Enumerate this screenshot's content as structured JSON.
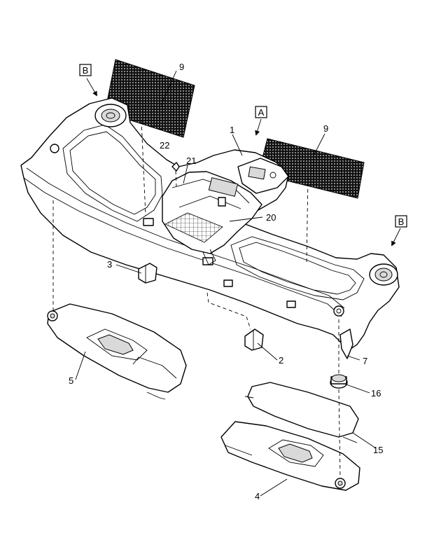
{
  "callouts": {
    "c1": "1",
    "c2": "2",
    "c3": "3",
    "c4": "4",
    "c5": "5",
    "c7": "7",
    "c9a": "9",
    "c9b": "9",
    "c15": "15",
    "c16": "16",
    "c20": "20",
    "c21": "21",
    "c22": "22"
  },
  "views": {
    "a": "A",
    "b_left": "B",
    "b_right": "B"
  }
}
